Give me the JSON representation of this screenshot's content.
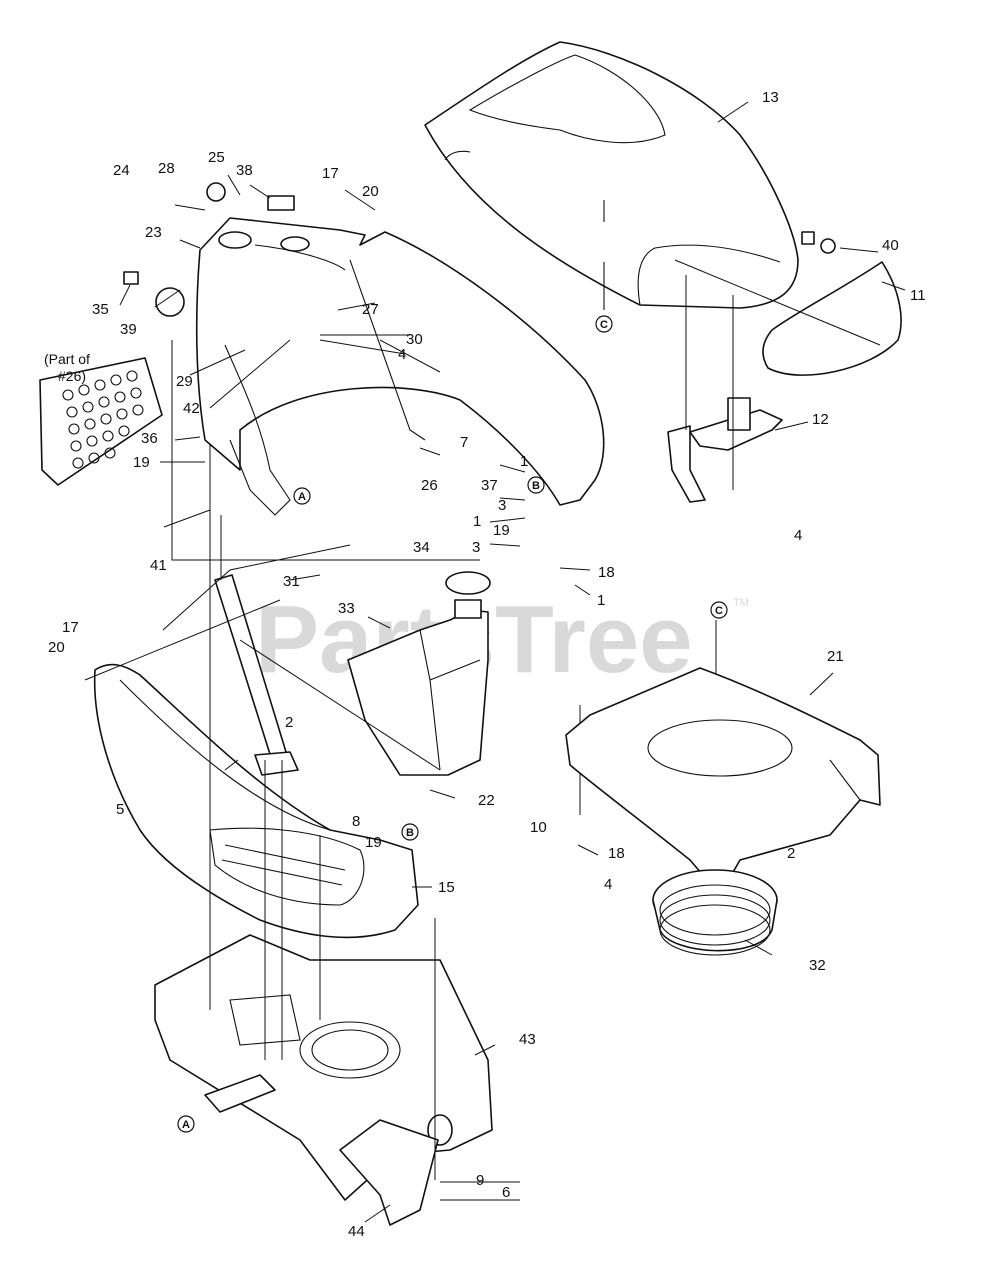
{
  "watermark": {
    "text": "PartsTree",
    "trademark": "TM"
  },
  "note": {
    "line1": "(Part of",
    "line2": "#26)"
  },
  "letter_markers": [
    "A",
    "B",
    "C"
  ],
  "callouts": [
    "1",
    "2",
    "3",
    "4",
    "5",
    "6",
    "7",
    "8",
    "9",
    "10",
    "11",
    "12",
    "13",
    "15",
    "17",
    "18",
    "19",
    "20",
    "21",
    "22",
    "23",
    "24",
    "25",
    "26",
    "27",
    "28",
    "29",
    "30",
    "31",
    "32",
    "33",
    "34",
    "35",
    "36",
    "37",
    "38",
    "39",
    "40",
    "41",
    "42",
    "43",
    "44"
  ]
}
